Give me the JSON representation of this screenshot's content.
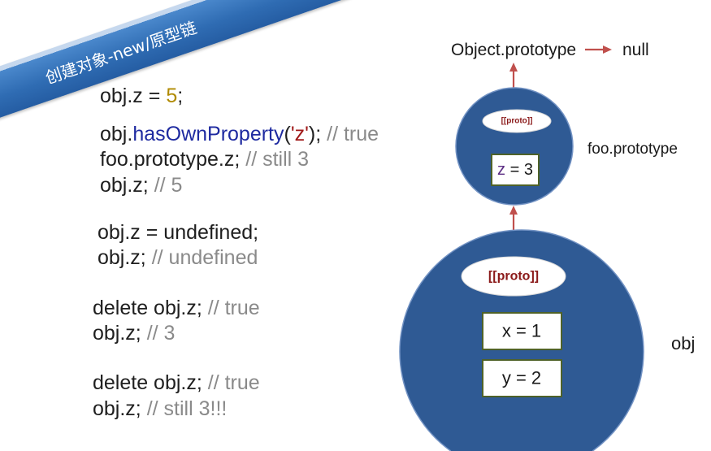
{
  "slide": {
    "title": "创建对象-new/原型链"
  },
  "colors": {
    "banner": "#2f6cb3",
    "banner_highlight": "#c6d8ee",
    "text": "#1f1f1f",
    "comment": "#8a8a8a",
    "number": "#b08a00",
    "method": "#1e2aa0",
    "string": "#a01818",
    "circle_fill": "#2f5a94",
    "circle_stroke": "#7393c4",
    "arrow": "#c0504d",
    "proto_text": "#8b1a1a",
    "box_border": "#4f6228",
    "prop_key": "#5b2c83"
  },
  "code": {
    "line1": {
      "code": "obj.z = ",
      "number": "5",
      "end": ";"
    },
    "line2": {
      "code": "obj.",
      "method": "hasOwnProperty",
      "open": "(",
      "string": "'z'",
      "close": ");",
      "comment": " // true"
    },
    "line3": {
      "code": "foo.prototype.z;",
      "comment": " // still 3"
    },
    "line4": {
      "code": "obj.z;",
      "comment": " // 5"
    },
    "line5": {
      "code": "obj.z = undefined;"
    },
    "line6": {
      "code": "obj.z;",
      "comment": " // undefined"
    },
    "line7": {
      "code": "delete obj.z;",
      "comment": " // true"
    },
    "line8": {
      "code": "obj.z;",
      "comment": " // 3"
    },
    "line9": {
      "code": "delete obj.z;",
      "comment": " // true"
    },
    "line10": {
      "code": "obj.z;",
      "comment": " // still 3!!!"
    }
  },
  "diagram": {
    "object_prototype": "Object.prototype",
    "null": "null",
    "foo_prototype": {
      "label": "foo.prototype",
      "proto_slot": "[[proto]]",
      "prop_key": "z",
      "prop_rest": " = 3"
    },
    "obj": {
      "label": "obj",
      "proto_slot": "[[proto]]",
      "props": [
        "x = 1",
        "y = 2"
      ]
    }
  }
}
